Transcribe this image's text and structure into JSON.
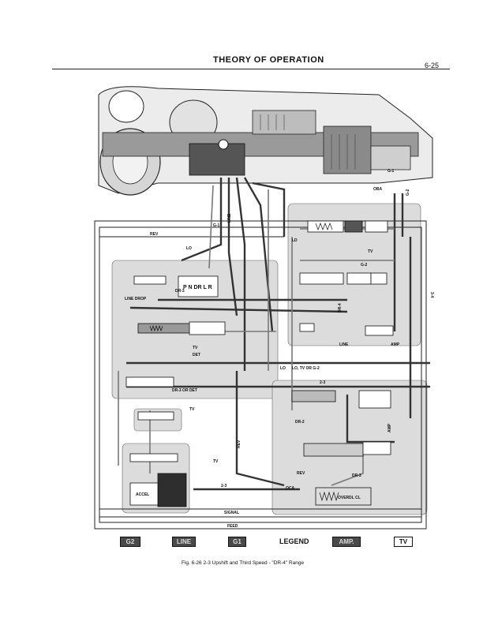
{
  "header": {
    "title": "THEORY OF OPERATION",
    "page_number": "6-25"
  },
  "labels": {
    "rev_top": "REV",
    "g1_top": "G-1",
    "line_vert": "LINE",
    "g1_right": "G-1",
    "g2_right": "G-2",
    "oba": "OBA",
    "lo": "LO",
    "ld": "LD",
    "tv_right": "TV",
    "g2_valve": "G-2",
    "dr3": "DR-3",
    "prnd": "P N DR L R",
    "line_drop": "LINE DROP",
    "tv_left": "TV",
    "det": "DET",
    "dr4": "DR-4",
    "line_mid": "LINE",
    "amp_right": "AMP",
    "three_four": "3-4",
    "lo_right": "LO",
    "lo_tv_g2": "LO, TV OR G-2",
    "dr3_or_det": "DR-3 OR DET",
    "two_three": "2-3",
    "tv_low": "TV",
    "dr2": "DR-2",
    "rev_vert": "REV",
    "tv_bottom": "TV",
    "rev_bottom": "REV",
    "oca": "OCA",
    "dr3_bottom": "DR-3",
    "two_three_bottom": "2-3",
    "signal": "SIGNAL",
    "feed": "FEED",
    "accel": "ACCEL",
    "overdl": "OVERDL CL",
    "amp_vert": "AMP"
  },
  "legend": {
    "title": "LEGEND",
    "items": [
      {
        "label": "G2",
        "style": "dark"
      },
      {
        "label": "LINE",
        "style": "dark"
      },
      {
        "label": "G1",
        "style": "dark"
      },
      {
        "label": "AMP.",
        "style": "dark"
      },
      {
        "label": "TV",
        "style": "light"
      }
    ]
  },
  "caption": "Fig. 6-26  2-3 Upshift and Third Speed - \"DR-4\" Range"
}
